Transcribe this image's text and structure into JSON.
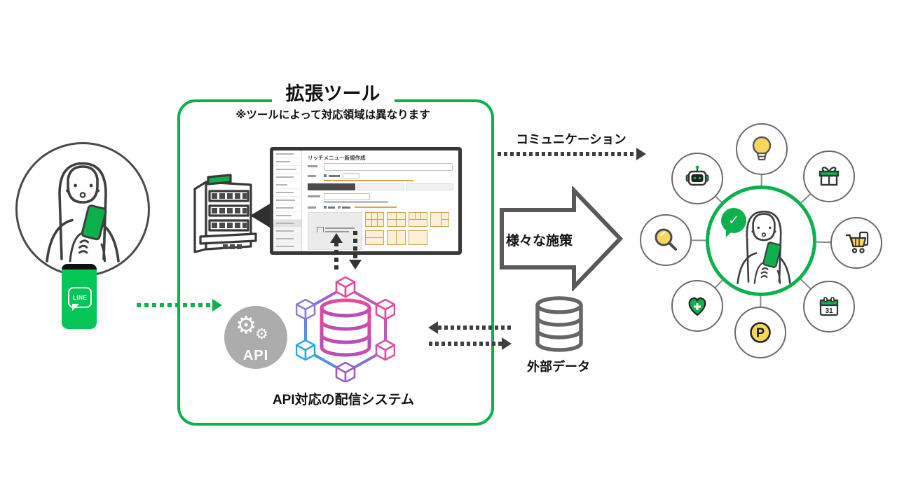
{
  "slide": {
    "extension_box": {
      "title": "拡張ツール",
      "note": "※ツールによって対応領域は異なります",
      "system_label": "API対応の配信システム",
      "api_badge": "API"
    },
    "admin_screen": {
      "title": "リッチメニュー新規作成"
    },
    "arrows": {
      "communication": "コミュニケーション",
      "measures": "様々な施策"
    },
    "external_data": {
      "label": "外部データ"
    },
    "line_phone": {
      "logo": "LINE"
    },
    "user_reach": {
      "check": "✓",
      "calendar_day": "31",
      "point_letter": "P"
    }
  },
  "colors": {
    "brand_green": "#0CB14E",
    "line_green": "#06C755",
    "outline_gray": "#595959",
    "api_gray": "#ACACAC",
    "accent_yellow": "#F7D65C",
    "network_pink": "#EC4899",
    "network_blue": "#2FA8E8",
    "network_purple": "#9B5BBF",
    "template_tan": "#FAF0D6"
  },
  "icons": [
    {
      "name": "user-illustration"
    },
    {
      "name": "line-phone-icon"
    },
    {
      "name": "building-icon"
    },
    {
      "name": "admin-screen"
    },
    {
      "name": "api-gear-icon"
    },
    {
      "name": "delivery-system-icon"
    },
    {
      "name": "database-icon"
    },
    {
      "name": "robot-icon"
    },
    {
      "name": "lightbulb-icon"
    },
    {
      "name": "gift-icon"
    },
    {
      "name": "search-icon"
    },
    {
      "name": "cart-icon"
    },
    {
      "name": "heart-plus-icon"
    },
    {
      "name": "calendar-icon"
    },
    {
      "name": "point-icon"
    },
    {
      "name": "check-icon"
    }
  ]
}
